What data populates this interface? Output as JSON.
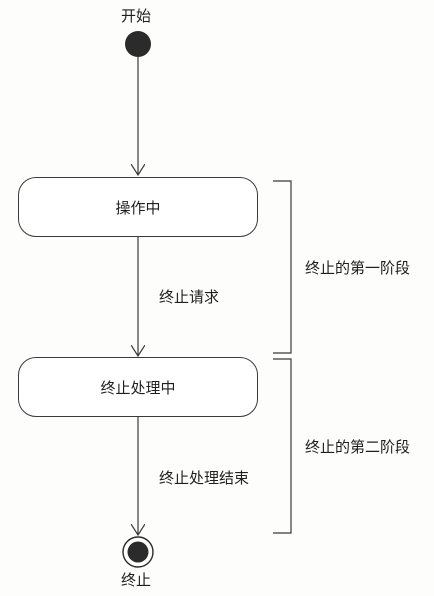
{
  "diagram": {
    "start_label": "开始",
    "end_label": "终止",
    "states": [
      {
        "id": "operating",
        "label": "操作中"
      },
      {
        "id": "terminating",
        "label": "终止处理中"
      }
    ],
    "transitions": [
      {
        "from": "start",
        "to": "operating",
        "label": ""
      },
      {
        "from": "operating",
        "to": "terminating",
        "label": "终止请求"
      },
      {
        "from": "terminating",
        "to": "end",
        "label": "终止处理结束"
      }
    ],
    "phases": [
      {
        "label": "终止的第一阶段"
      },
      {
        "label": "终止的第二阶段"
      }
    ],
    "colors": {
      "line": "#3a3a3a",
      "node_fill": "#2b2b2b"
    }
  }
}
